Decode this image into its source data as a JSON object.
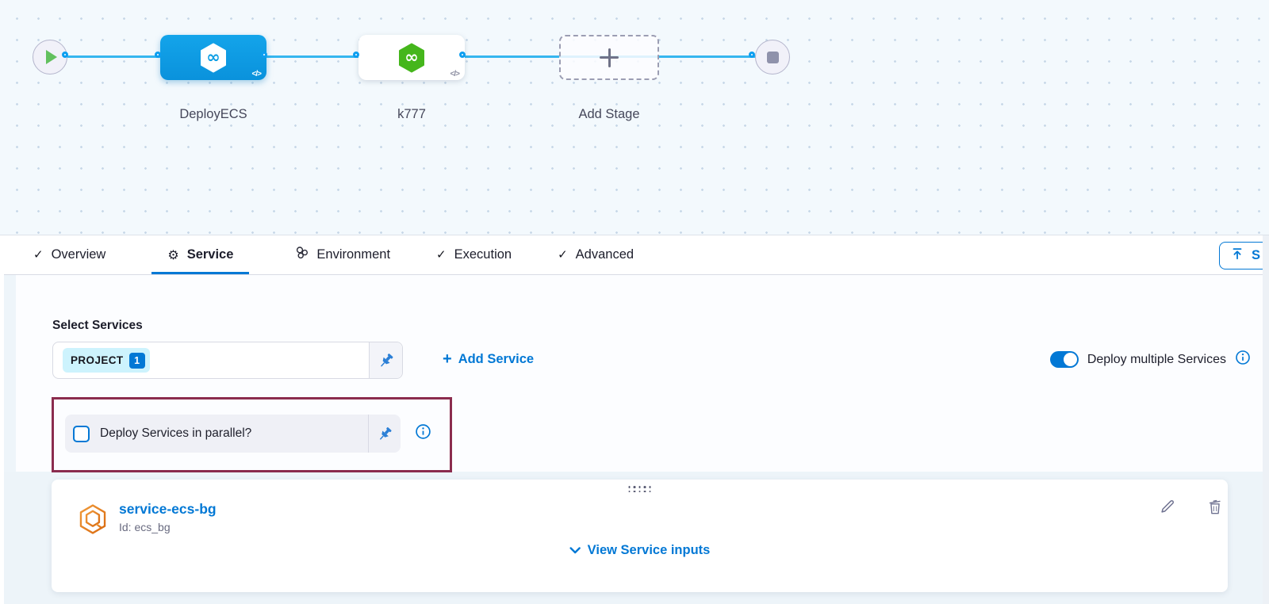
{
  "pipeline": {
    "stages": [
      {
        "name": "DeployECS"
      },
      {
        "name": "k777"
      },
      {
        "name": "Add Stage"
      }
    ]
  },
  "tabs": {
    "overview": "Overview",
    "service": "Service",
    "environment": "Environment",
    "execution": "Execution",
    "advanced": "Advanced"
  },
  "toolbar": {
    "save_partial_label": "S"
  },
  "service_panel": {
    "select_services_label": "Select Services",
    "selected_chip": {
      "label": "PROJECT",
      "count": "1"
    },
    "add_service_label": "Add Service",
    "deploy_multiple_label": "Deploy multiple Services",
    "parallel_checkbox_label": "Deploy Services in parallel?",
    "service_card": {
      "name": "service-ecs-bg",
      "id_text": "Id: ecs_bg",
      "view_inputs_label": "View Service inputs"
    }
  },
  "icons": {
    "check": "✓",
    "gear": "⚙",
    "infinity": "∞",
    "code": "</>",
    "plus": "+"
  },
  "colors": {
    "accent_blue": "#0278d5",
    "node_blue": "#0d9ee4",
    "node_green": "#45b61c",
    "connector_blue": "#35b6ef",
    "annotation_maroon": "#8b2c4e",
    "service_icon_orange": "#e8821e",
    "canvas_bg": "#f3f9fd"
  }
}
